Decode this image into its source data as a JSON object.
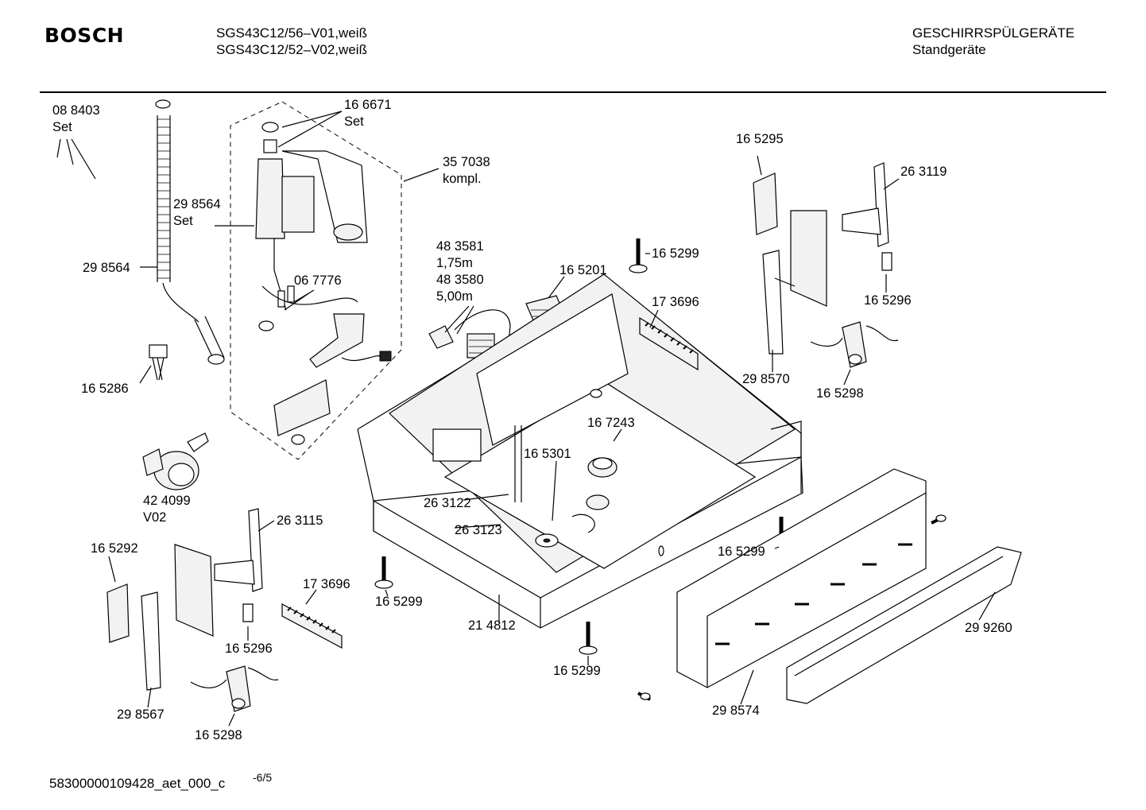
{
  "header": {
    "brand": "BOSCH",
    "model_lines": [
      "SGS43C12/56–V01,weiß",
      "SGS43C12/52–V02,weiß"
    ],
    "category_lines": [
      "GESCHIRRSPÜLGERÄTE",
      "Standgeräte"
    ]
  },
  "parts": [
    {
      "id": "08-8403",
      "lines": [
        "08 8403",
        "Set"
      ]
    },
    {
      "id": "16-6671",
      "lines": [
        "16 6671",
        "Set"
      ]
    },
    {
      "id": "35-7038",
      "lines": [
        "35 7038",
        "kompl."
      ]
    },
    {
      "id": "29-8564-set",
      "lines": [
        "29 8564",
        "Set"
      ]
    },
    {
      "id": "29-8564",
      "lines": [
        "29 8564"
      ]
    },
    {
      "id": "06-7776",
      "lines": [
        "06 7776"
      ]
    },
    {
      "id": "48-3581",
      "lines": [
        "48 3581",
        "1,75m",
        "48 3580",
        "5,00m"
      ]
    },
    {
      "id": "16-5201",
      "lines": [
        "16 5201"
      ]
    },
    {
      "id": "16-5299-top",
      "lines": [
        "16 5299"
      ]
    },
    {
      "id": "17-3696-top",
      "lines": [
        "17 3696"
      ]
    },
    {
      "id": "16-5295",
      "lines": [
        "16 5295"
      ]
    },
    {
      "id": "26-3119",
      "lines": [
        "26 3119"
      ]
    },
    {
      "id": "16-5296-right",
      "lines": [
        "16 5296"
      ]
    },
    {
      "id": "29-8570",
      "lines": [
        "29 8570"
      ]
    },
    {
      "id": "16-5298-right",
      "lines": [
        "16 5298"
      ]
    },
    {
      "id": "16-5286",
      "lines": [
        "16 5286"
      ]
    },
    {
      "id": "16-7243",
      "lines": [
        "16 7243"
      ]
    },
    {
      "id": "16-5301",
      "lines": [
        "16 5301"
      ]
    },
    {
      "id": "42-4099",
      "lines": [
        "42 4099",
        "V02"
      ]
    },
    {
      "id": "26-3122",
      "lines": [
        "26 3122"
      ]
    },
    {
      "id": "26-3115",
      "lines": [
        "26 3115"
      ]
    },
    {
      "id": "26-3123",
      "lines": [
        "26 3123"
      ]
    },
    {
      "id": "16-5292",
      "lines": [
        "16 5292"
      ]
    },
    {
      "id": "16-5299-right",
      "lines": [
        "16 5299"
      ]
    },
    {
      "id": "17-3696-bottom",
      "lines": [
        "17 3696"
      ]
    },
    {
      "id": "16-5299-mid",
      "lines": [
        "16 5299"
      ]
    },
    {
      "id": "16-5296-left",
      "lines": [
        "16 5296"
      ]
    },
    {
      "id": "21-4812",
      "lines": [
        "21 4812"
      ]
    },
    {
      "id": "29-9260",
      "lines": [
        "29 9260"
      ]
    },
    {
      "id": "16-5299-bottom",
      "lines": [
        "16 5299"
      ]
    },
    {
      "id": "29-8567",
      "lines": [
        "29 8567"
      ]
    },
    {
      "id": "29-8574",
      "lines": [
        "29 8574"
      ]
    },
    {
      "id": "16-5298-left",
      "lines": [
        "16 5298"
      ]
    }
  ],
  "footer": {
    "doc_id": "58300000109428_aet_000_c",
    "page": "-6/5"
  }
}
